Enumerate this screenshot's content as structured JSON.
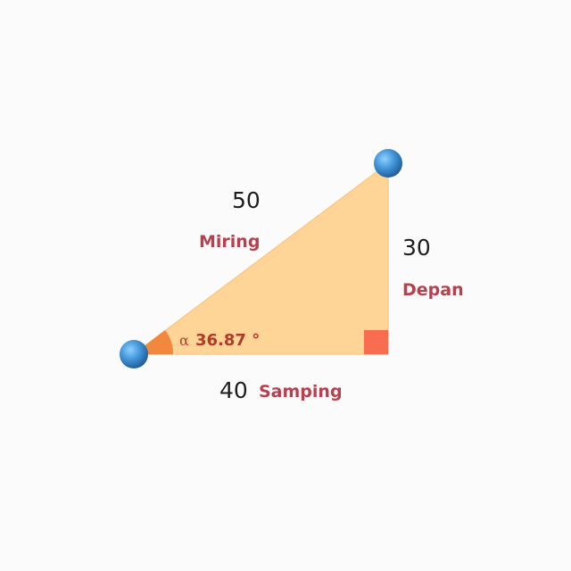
{
  "triangle": {
    "hypotenuse": {
      "value": "50",
      "label": "Miring"
    },
    "opposite": {
      "value": "30",
      "label": "Depan"
    },
    "adjacent": {
      "value": "40",
      "label": "Samping"
    },
    "angle": {
      "symbol": "α",
      "value": "36.87 °"
    }
  },
  "colors": {
    "fill": "#fed497",
    "angle_marker": "#f07a2e",
    "right_angle_marker": "#f86c4f",
    "vertex": "#3f93d6",
    "label": "#b8404e"
  }
}
